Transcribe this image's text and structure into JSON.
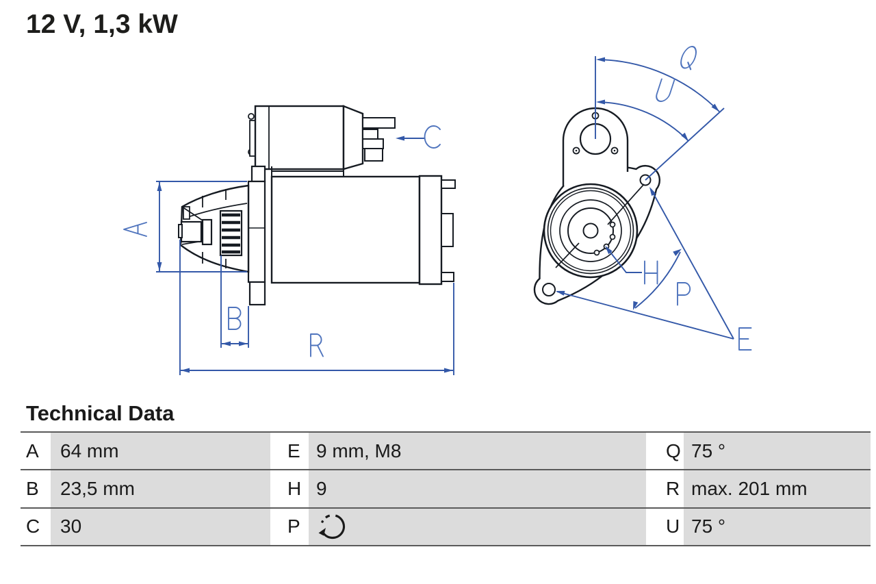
{
  "title": "12 V, 1,3 kW",
  "technical_data": {
    "heading": "Technical Data",
    "rows": [
      {
        "k1": "A",
        "v1": "64 mm",
        "k2": "E",
        "v2": "9 mm, M8",
        "k3": "Q",
        "v3": "75 °"
      },
      {
        "k1": "B",
        "v1": "23,5 mm",
        "k2": "H",
        "v2": "9",
        "k3": "R",
        "v3": "max. 201 mm"
      },
      {
        "k1": "C",
        "v1": "30",
        "k2": "P",
        "v2": "",
        "k3": "U",
        "v3": "75 °"
      }
    ],
    "p_icon": "rotation-ccw"
  },
  "drawing": {
    "views": [
      "side-view",
      "front-view"
    ],
    "dimension_labels": [
      "A",
      "B",
      "C",
      "R",
      "Q",
      "U",
      "H",
      "P",
      "E"
    ]
  },
  "colors": {
    "outline": "#161b22",
    "dimension": "#3358a8",
    "label": "#4f74bd",
    "text": "#1a1a1a",
    "table_cell": "#dcdcdc",
    "table_border": "#5a5a5a"
  }
}
